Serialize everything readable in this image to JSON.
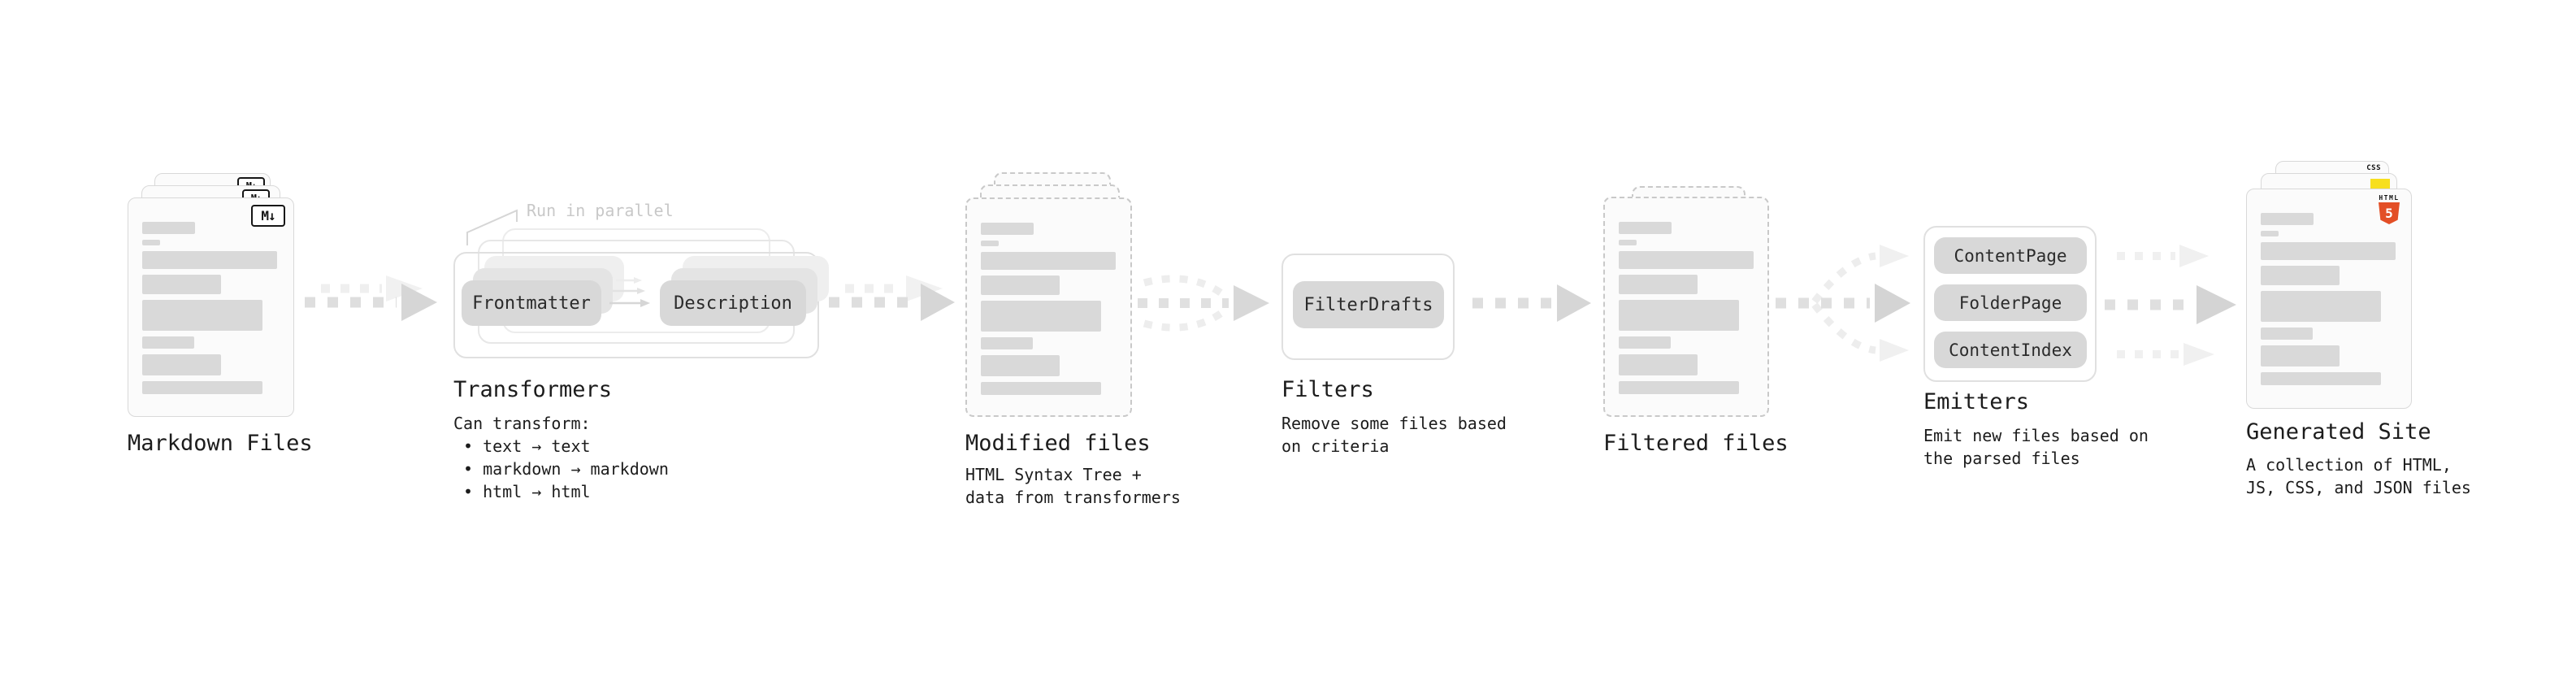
{
  "markdown_files": {
    "label": "Markdown Files",
    "icon_text": "M↓"
  },
  "transformers": {
    "annotation": "Run in parallel",
    "node_a": "Frontmatter",
    "node_b": "Description",
    "label": "Transformers",
    "desc_title": "Can transform:",
    "bullets": [
      "• text → text",
      "• markdown → markdown",
      "• html → html"
    ]
  },
  "modified_files": {
    "label": "Modified files",
    "desc_lines": [
      "HTML Syntax Tree +",
      "data from transformers"
    ]
  },
  "filters": {
    "node": "FilterDrafts",
    "label": "Filters",
    "desc_lines": [
      "Remove some files based",
      "on criteria"
    ]
  },
  "filtered_files": {
    "label": "Filtered files"
  },
  "emitters": {
    "nodes": [
      "ContentPage",
      "FolderPage",
      "ContentIndex"
    ],
    "label": "Emitters",
    "desc_lines": [
      "Emit new files based on",
      "the parsed files"
    ]
  },
  "generated_site": {
    "label": "Generated Site",
    "desc_lines": [
      "A collection of HTML,",
      "JS, CSS, and JSON files"
    ],
    "html_badge_word": "HTML",
    "html_badge_number": "5",
    "css_badge_word": "CSS"
  },
  "colors": {
    "label_text": "#1c1c1c",
    "muted_annotation": "#c8c8c8",
    "node_fill": "#d8d8d8",
    "bar_fill": "#d9d9d9",
    "card_border": "#d9d9d9",
    "dashed_border": "#c9c9c9",
    "html5_orange": "#e34f26",
    "js_yellow": "#f7df1e",
    "css_blue": "#2f6be4"
  }
}
